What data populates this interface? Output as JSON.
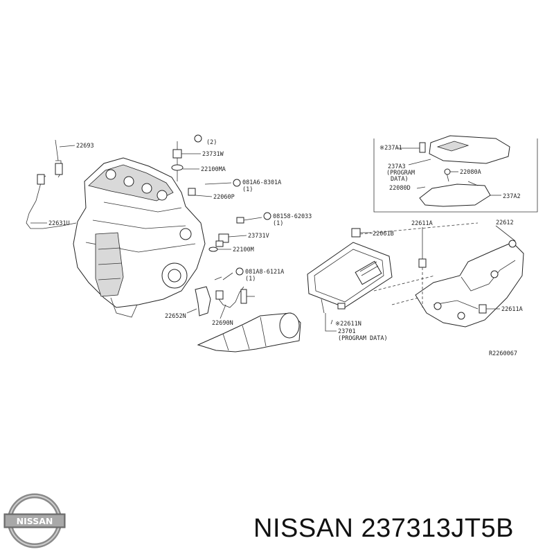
{
  "diagram": {
    "part_labels": {
      "p22693": "22693",
      "p23731w": "23731W",
      "p22100ma": "22100MA",
      "p081a6_8301a": "081A6-8301A",
      "p081a6_8301a_qty": "(1)",
      "p22060p": "22060P",
      "p22631u": "22631U",
      "p08158_62033": "08158-62033",
      "p08158_62033_qty": "(1)",
      "p23731v": "23731V",
      "p22100m": "22100M",
      "p081a8_6121a": "081A8-6121A",
      "p081a8_6121a_qty": "(1)",
      "p22652n": "22652N",
      "p22690n": "22690N",
      "p2_qty": "(2)",
      "p237a1": "※237A1",
      "p237a3": "237A3",
      "p237a3_note1": "(PROGRAM",
      "p237a3_note2": "DATA)",
      "p22080a": "22080A",
      "p22080d": "22080D",
      "p237a2": "237A2",
      "p22061b": "22061B",
      "p22611a_top": "22611A",
      "p22612": "22612",
      "p22611a_right": "22611A",
      "p22611n": "※22611N",
      "p23701": "23701",
      "p23701_note": "(PROGRAM DATA)",
      "drawing_ref": "R2260067"
    }
  },
  "brand": {
    "logo_text": "NISSAN",
    "part_title": "NISSAN 237313JT5B"
  }
}
